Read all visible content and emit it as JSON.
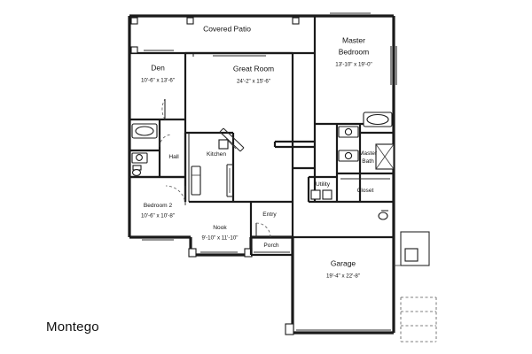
{
  "plan": {
    "title": "Montego",
    "rooms": [
      {
        "id": "covered-patio",
        "name": "Covered Patio",
        "dim": ""
      },
      {
        "id": "master-bedroom",
        "name_line1": "Master",
        "name_line2": "Bedroom",
        "dim": "13'-10\" x 19'-0\""
      },
      {
        "id": "den",
        "name": "Den",
        "dim": "10'-6\" x 13'-6\""
      },
      {
        "id": "great-room",
        "name": "Great Room",
        "dim": "24'-2\" x 15'-6\""
      },
      {
        "id": "hall",
        "name": "Hall",
        "dim": ""
      },
      {
        "id": "kitchen",
        "name": "Kitchen",
        "dim": ""
      },
      {
        "id": "master-bath",
        "name_line1": "Master",
        "name_line2": "Bath",
        "dim": ""
      },
      {
        "id": "closet",
        "name": "Closet",
        "dim": ""
      },
      {
        "id": "utility",
        "name": "Utility",
        "dim": ""
      },
      {
        "id": "bedroom-2",
        "name": "Bedroom 2",
        "dim": "10'-6\" x 10'-8\""
      },
      {
        "id": "nook",
        "name": "Nook",
        "dim": "9'-10\" x 11'-10\""
      },
      {
        "id": "entry",
        "name": "Entry",
        "dim": ""
      },
      {
        "id": "porch",
        "name": "Porch",
        "dim": ""
      },
      {
        "id": "garage",
        "name": "Garage",
        "dim": "19'-4\" x 22'-8\""
      }
    ],
    "colors": {
      "background": "#ffffff",
      "ink": "#111111",
      "wall": "#1a1a1a"
    }
  }
}
